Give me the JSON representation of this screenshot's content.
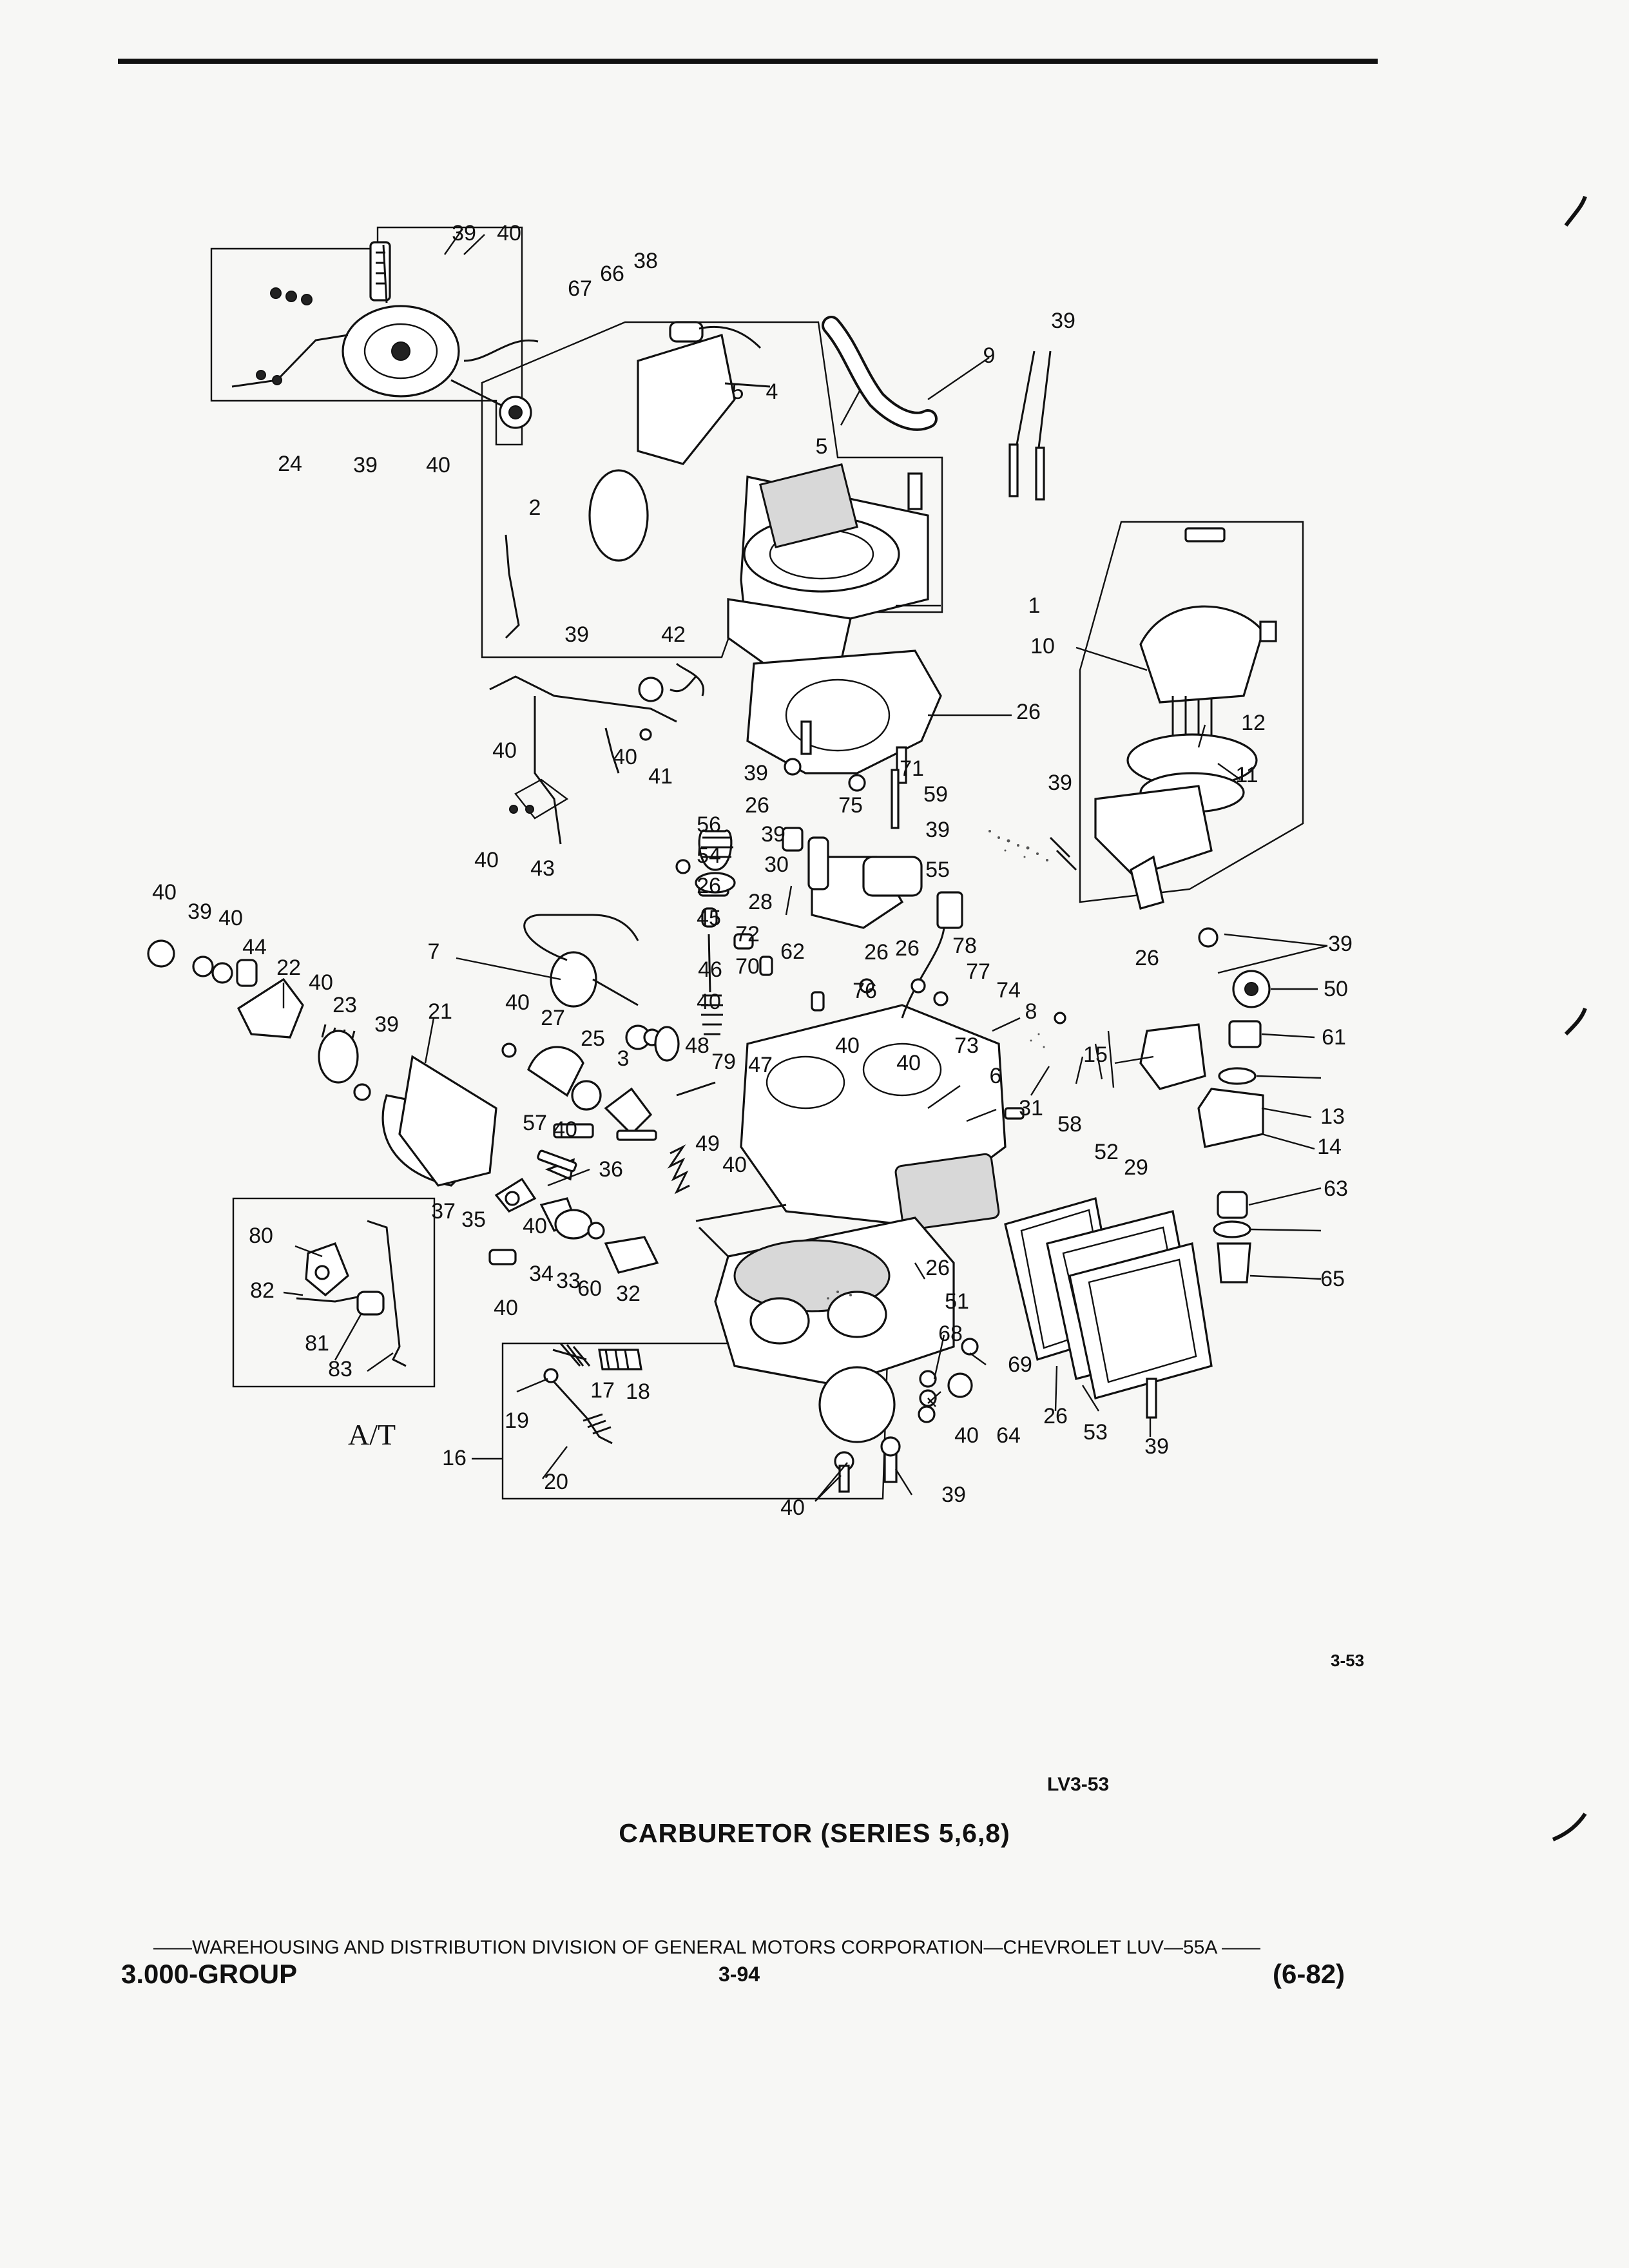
{
  "figure": {
    "code": "3-53",
    "id": "LV3-53",
    "caption": "CARBURETOR (SERIES 5,6,8)",
    "at_label": "A/T"
  },
  "footer": {
    "division_line": "——WAREHOUSING AND DISTRIBUTION  DIVISION OF GENERAL MOTORS CORPORATION—CHEVROLET LUV—55A  ——",
    "group": "3.000-GROUP",
    "page": "3-94",
    "date": "(6-82)"
  },
  "callouts": [
    {
      "id": "c1",
      "text": "39"
    },
    {
      "id": "c2",
      "text": "40"
    },
    {
      "id": "c3",
      "text": "38"
    },
    {
      "id": "c4",
      "text": "67"
    },
    {
      "id": "c5",
      "text": "66"
    },
    {
      "id": "c6",
      "text": "39"
    },
    {
      "id": "c7",
      "text": "9"
    },
    {
      "id": "c8",
      "text": "5"
    },
    {
      "id": "c9",
      "text": "4"
    },
    {
      "id": "c10",
      "text": "5"
    },
    {
      "id": "c11",
      "text": "24"
    },
    {
      "id": "c12",
      "text": "39"
    },
    {
      "id": "c13",
      "text": "40"
    },
    {
      "id": "c14",
      "text": "2"
    },
    {
      "id": "c15",
      "text": "1"
    },
    {
      "id": "c16",
      "text": "39"
    },
    {
      "id": "c17",
      "text": "42"
    },
    {
      "id": "c18",
      "text": "10"
    },
    {
      "id": "c19",
      "text": "26"
    },
    {
      "id": "c20",
      "text": "12"
    },
    {
      "id": "c21",
      "text": "11"
    },
    {
      "id": "c22",
      "text": "40"
    },
    {
      "id": "c23",
      "text": "40"
    },
    {
      "id": "c24",
      "text": "41"
    },
    {
      "id": "c25",
      "text": "39"
    },
    {
      "id": "c26",
      "text": "71"
    },
    {
      "id": "c27",
      "text": "26"
    },
    {
      "id": "c28",
      "text": "75"
    },
    {
      "id": "c29",
      "text": "59"
    },
    {
      "id": "c30",
      "text": "39"
    },
    {
      "id": "c31",
      "text": "56"
    },
    {
      "id": "c32",
      "text": "39"
    },
    {
      "id": "c33",
      "text": "39"
    },
    {
      "id": "c34",
      "text": "54"
    },
    {
      "id": "c35",
      "text": "30"
    },
    {
      "id": "c36",
      "text": "55"
    },
    {
      "id": "c37",
      "text": "40"
    },
    {
      "id": "c38",
      "text": "43"
    },
    {
      "id": "c39",
      "text": "26"
    },
    {
      "id": "c40",
      "text": "28"
    },
    {
      "id": "c41",
      "text": "26"
    },
    {
      "id": "c42",
      "text": "39"
    },
    {
      "id": "c43",
      "text": "40"
    },
    {
      "id": "c44",
      "text": "39"
    },
    {
      "id": "c45",
      "text": "40"
    },
    {
      "id": "c46",
      "text": "44"
    },
    {
      "id": "c47",
      "text": "45"
    },
    {
      "id": "c48",
      "text": "72"
    },
    {
      "id": "c49",
      "text": "62"
    },
    {
      "id": "c50",
      "text": "26"
    },
    {
      "id": "c51",
      "text": "78"
    },
    {
      "id": "c52",
      "text": "26"
    },
    {
      "id": "c53",
      "text": "50"
    },
    {
      "id": "c54",
      "text": "7"
    },
    {
      "id": "c55",
      "text": "22"
    },
    {
      "id": "c56",
      "text": "40"
    },
    {
      "id": "c57",
      "text": "70"
    },
    {
      "id": "c58",
      "text": "77"
    },
    {
      "id": "c59",
      "text": "46"
    },
    {
      "id": "c60",
      "text": "76"
    },
    {
      "id": "c61",
      "text": "74"
    },
    {
      "id": "c62",
      "text": "23"
    },
    {
      "id": "c63",
      "text": "39"
    },
    {
      "id": "c64",
      "text": "21"
    },
    {
      "id": "c65",
      "text": "40"
    },
    {
      "id": "c66",
      "text": "40"
    },
    {
      "id": "c67",
      "text": "8"
    },
    {
      "id": "c68",
      "text": "61"
    },
    {
      "id": "c69",
      "text": "27"
    },
    {
      "id": "c70",
      "text": "25"
    },
    {
      "id": "c71",
      "text": "48"
    },
    {
      "id": "c72",
      "text": "40"
    },
    {
      "id": "c73",
      "text": "73"
    },
    {
      "id": "c74",
      "text": "15"
    },
    {
      "id": "c75",
      "text": "3"
    },
    {
      "id": "c76",
      "text": "79"
    },
    {
      "id": "c77",
      "text": "47"
    },
    {
      "id": "c78",
      "text": "40"
    },
    {
      "id": "c79",
      "text": "6"
    },
    {
      "id": "c80",
      "text": "13"
    },
    {
      "id": "c81",
      "text": "31"
    },
    {
      "id": "c82",
      "text": "57"
    },
    {
      "id": "c83",
      "text": "40"
    },
    {
      "id": "c84",
      "text": "58"
    },
    {
      "id": "c85",
      "text": "14"
    },
    {
      "id": "c86",
      "text": "49"
    },
    {
      "id": "c87",
      "text": "40"
    },
    {
      "id": "c88",
      "text": "52"
    },
    {
      "id": "c89",
      "text": "29"
    },
    {
      "id": "c90",
      "text": "63"
    },
    {
      "id": "c91",
      "text": "36"
    },
    {
      "id": "c92",
      "text": "37"
    },
    {
      "id": "c93",
      "text": "35"
    },
    {
      "id": "c94",
      "text": "40"
    },
    {
      "id": "c95",
      "text": "80"
    },
    {
      "id": "c96",
      "text": "34"
    },
    {
      "id": "c97",
      "text": "33"
    },
    {
      "id": "c98",
      "text": "60"
    },
    {
      "id": "c99",
      "text": "32"
    },
    {
      "id": "c100",
      "text": "26"
    },
    {
      "id": "c101",
      "text": "65"
    },
    {
      "id": "c102",
      "text": "82"
    },
    {
      "id": "c103",
      "text": "51"
    },
    {
      "id": "c104",
      "text": "40"
    },
    {
      "id": "c105",
      "text": "81"
    },
    {
      "id": "c106",
      "text": "83"
    },
    {
      "id": "c107",
      "text": "68"
    },
    {
      "id": "c108",
      "text": "69"
    },
    {
      "id": "c109",
      "text": "17"
    },
    {
      "id": "c110",
      "text": "18"
    },
    {
      "id": "c111",
      "text": "19"
    },
    {
      "id": "c112",
      "text": "40"
    },
    {
      "id": "c113",
      "text": "64"
    },
    {
      "id": "c114",
      "text": "26"
    },
    {
      "id": "c115",
      "text": "53"
    },
    {
      "id": "c116",
      "text": "39"
    },
    {
      "id": "c117",
      "text": "16"
    },
    {
      "id": "c118",
      "text": "20"
    },
    {
      "id": "c119",
      "text": "40"
    },
    {
      "id": "c120",
      "text": "39"
    }
  ]
}
